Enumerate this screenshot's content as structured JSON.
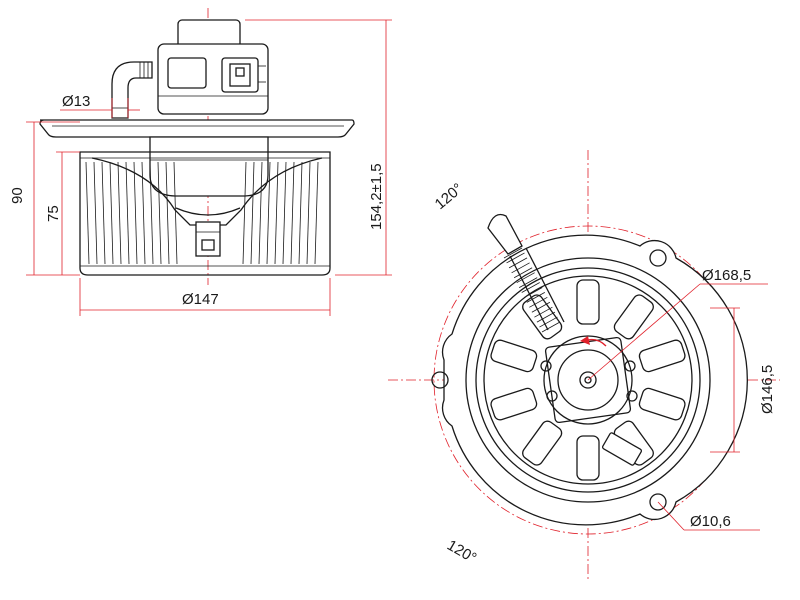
{
  "dimensions": {
    "shaft_dia": "Ø13",
    "total_height_90": "90",
    "wheel_height_75": "75",
    "wheel_dia": "Ø147",
    "overall_height": "154,2±1,5",
    "angle_top": "120°",
    "angle_bottom": "120°",
    "bolt_circle_dia": "Ø168,5",
    "body_dia": "Ø146,5",
    "hole_dia": "Ø10,6"
  },
  "colors": {
    "line": "#1a1a1a",
    "dimension": "#e0202a"
  }
}
